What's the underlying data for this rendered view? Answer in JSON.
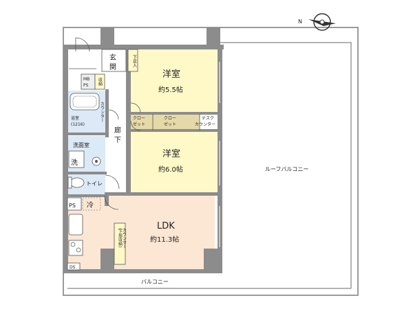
{
  "rooms": {
    "western_room_1": {
      "name": "洋室",
      "size": "約5.5帖"
    },
    "western_room_2": {
      "name": "洋室",
      "size": "約6.0帖"
    },
    "ldk": {
      "name": "LDK",
      "size": "約11.3帖"
    },
    "entrance": {
      "line1": "玄",
      "line2": "関"
    },
    "shoe_storage": "下足入",
    "bathroom": {
      "name": "浴室",
      "size": "(1216)"
    },
    "washroom": "洗面室",
    "wash_mark": "洗",
    "toilet": "トイレ",
    "hallway": {
      "line1": "廊",
      "line2": "下"
    },
    "storage": "収納",
    "mb_ps": {
      "line1": "MB",
      "line2": "PS"
    },
    "ps": "PS",
    "ds": "DS",
    "fridge": "冷",
    "closet_1": {
      "line1": "クロー",
      "line2": "ゼット"
    },
    "closet_2": {
      "line1": "クロー",
      "line2": "ゼット"
    },
    "desk_counter": {
      "line1": "デスク",
      "line2": "カウンター"
    },
    "counter_vertical": "カウンター",
    "underfloor_counter": {
      "line1": "(下部収納)",
      "line2": "カウンター"
    },
    "roof_balcony": "ルーフバルコニー",
    "balcony": "バルコニー"
  },
  "compass": {
    "letter": "N"
  },
  "colors": {
    "wall": "#8c8c8c",
    "room": "#fff9c8",
    "ldk": "#fbe7d4",
    "wet": "#dce9f6",
    "closet": "#e6d9a8",
    "outline": "#9a9a9a"
  }
}
